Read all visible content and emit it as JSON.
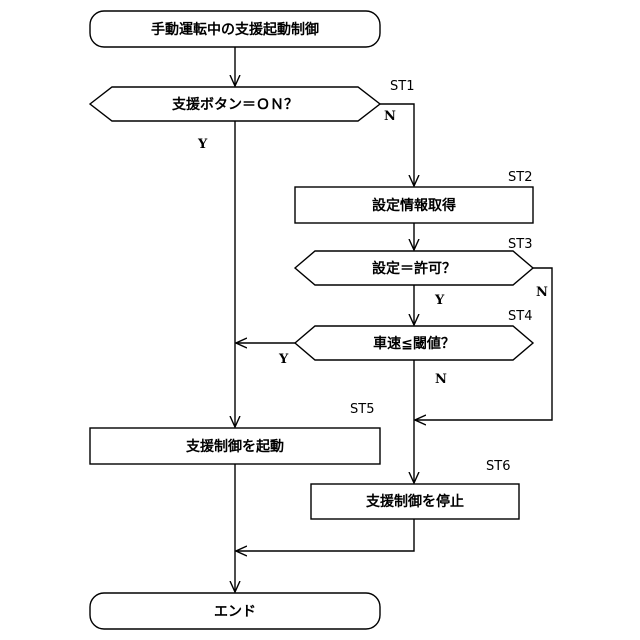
{
  "nodes": {
    "start": "手動運転中の支援起動制御",
    "d1": "支援ボタン＝ＯＮ？",
    "p2": "設定情報取得",
    "d3": "設定＝許可？",
    "d4": "車速≦閾値？",
    "p5": "支援制御を起動",
    "p6": "支援制御を停止",
    "end": "エンド"
  },
  "steps": {
    "st1": "ST1",
    "st2": "ST2",
    "st3": "ST3",
    "st4": "ST4",
    "st5": "ST5",
    "st6": "ST6"
  },
  "labels": {
    "d1_yes": "Y",
    "d1_no": "N",
    "d3_yes": "Y",
    "d3_no": "N",
    "d4_yes": "Y",
    "d4_no": "N"
  },
  "colors": {
    "stroke": "#000000",
    "fill": "#ffffff"
  }
}
